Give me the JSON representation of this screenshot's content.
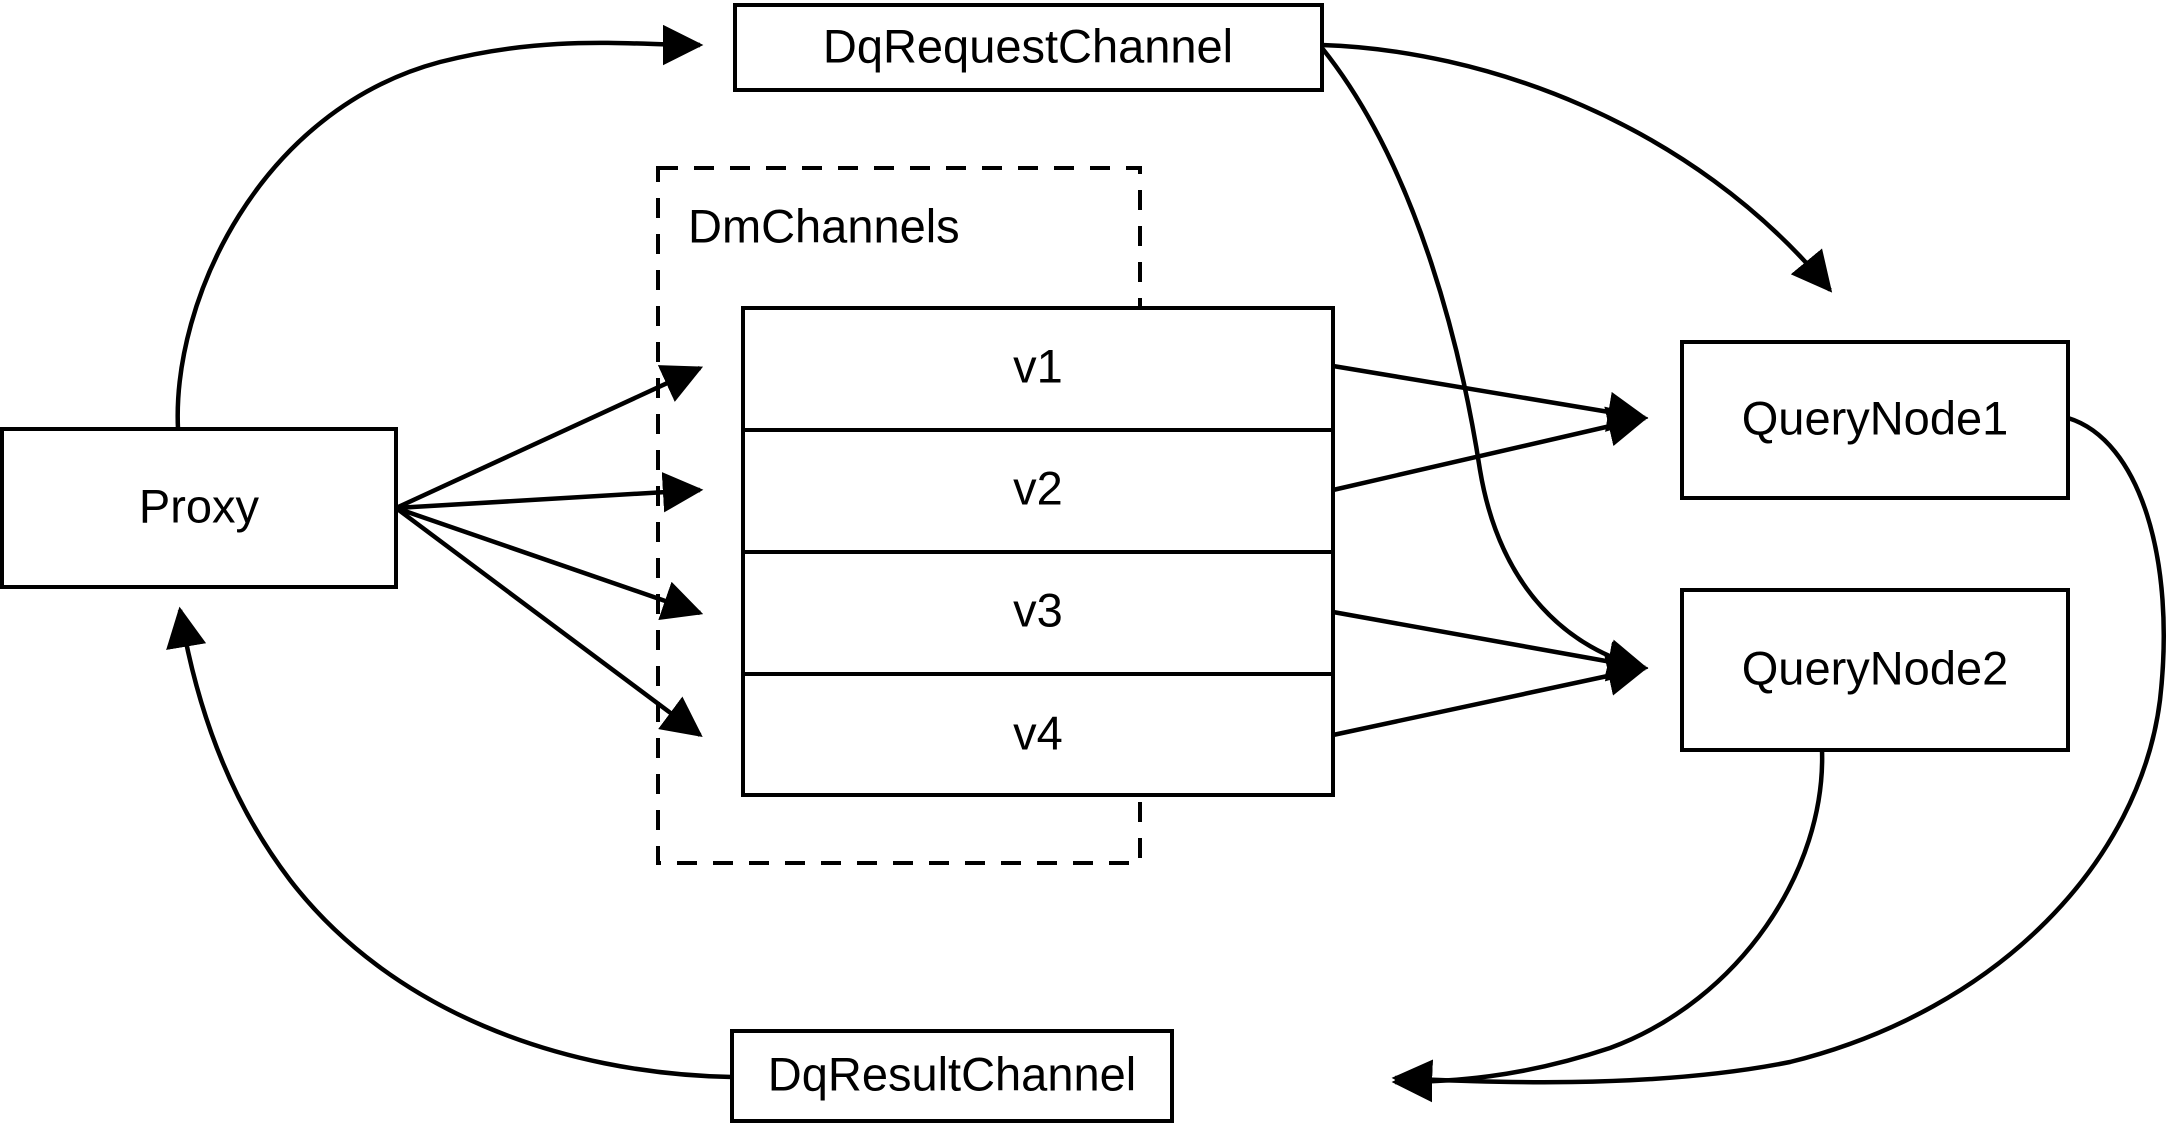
{
  "diagram": {
    "title": "Milvus query flow diagram",
    "background_color": "#ffffff",
    "stroke_color": "#000000",
    "nodes": {
      "proxy": {
        "label": "Proxy"
      },
      "dq_request_channel": {
        "label": "DqRequestChannel"
      },
      "dq_result_channel": {
        "label": "DqResultChannel"
      },
      "query_node_1": {
        "label": "QueryNode1"
      },
      "query_node_2": {
        "label": "QueryNode2"
      }
    },
    "group": {
      "label": "DmChannels",
      "style": "dashed",
      "slots": [
        {
          "label": "v1"
        },
        {
          "label": "v2"
        },
        {
          "label": "v3"
        },
        {
          "label": "v4"
        }
      ]
    },
    "edges": [
      {
        "from": "Proxy",
        "to": "DqRequestChannel",
        "style": "curved",
        "arrow": "to"
      },
      {
        "from": "DqRequestChannel",
        "to": "QueryNode1",
        "style": "curved",
        "arrow": "to"
      },
      {
        "from": "DqRequestChannel",
        "to": "QueryNode2",
        "style": "curved",
        "arrow": "to"
      },
      {
        "from": "Proxy",
        "to": "v1",
        "style": "straight",
        "arrow": "to"
      },
      {
        "from": "Proxy",
        "to": "v2",
        "style": "straight",
        "arrow": "to"
      },
      {
        "from": "Proxy",
        "to": "v3",
        "style": "straight",
        "arrow": "to"
      },
      {
        "from": "Proxy",
        "to": "v4",
        "style": "straight",
        "arrow": "to"
      },
      {
        "from": "v1",
        "to": "QueryNode1",
        "style": "straight",
        "arrow": "to"
      },
      {
        "from": "v2",
        "to": "QueryNode1",
        "style": "straight",
        "arrow": "to"
      },
      {
        "from": "v3",
        "to": "QueryNode2",
        "style": "straight",
        "arrow": "to"
      },
      {
        "from": "v4",
        "to": "QueryNode2",
        "style": "straight",
        "arrow": "to"
      },
      {
        "from": "QueryNode1",
        "to": "DqResultChannel",
        "style": "curved",
        "arrow": "to"
      },
      {
        "from": "QueryNode2",
        "to": "DqResultChannel",
        "style": "curved",
        "arrow": "to"
      },
      {
        "from": "DqResultChannel",
        "to": "Proxy",
        "style": "curved",
        "arrow": "to"
      }
    ]
  }
}
